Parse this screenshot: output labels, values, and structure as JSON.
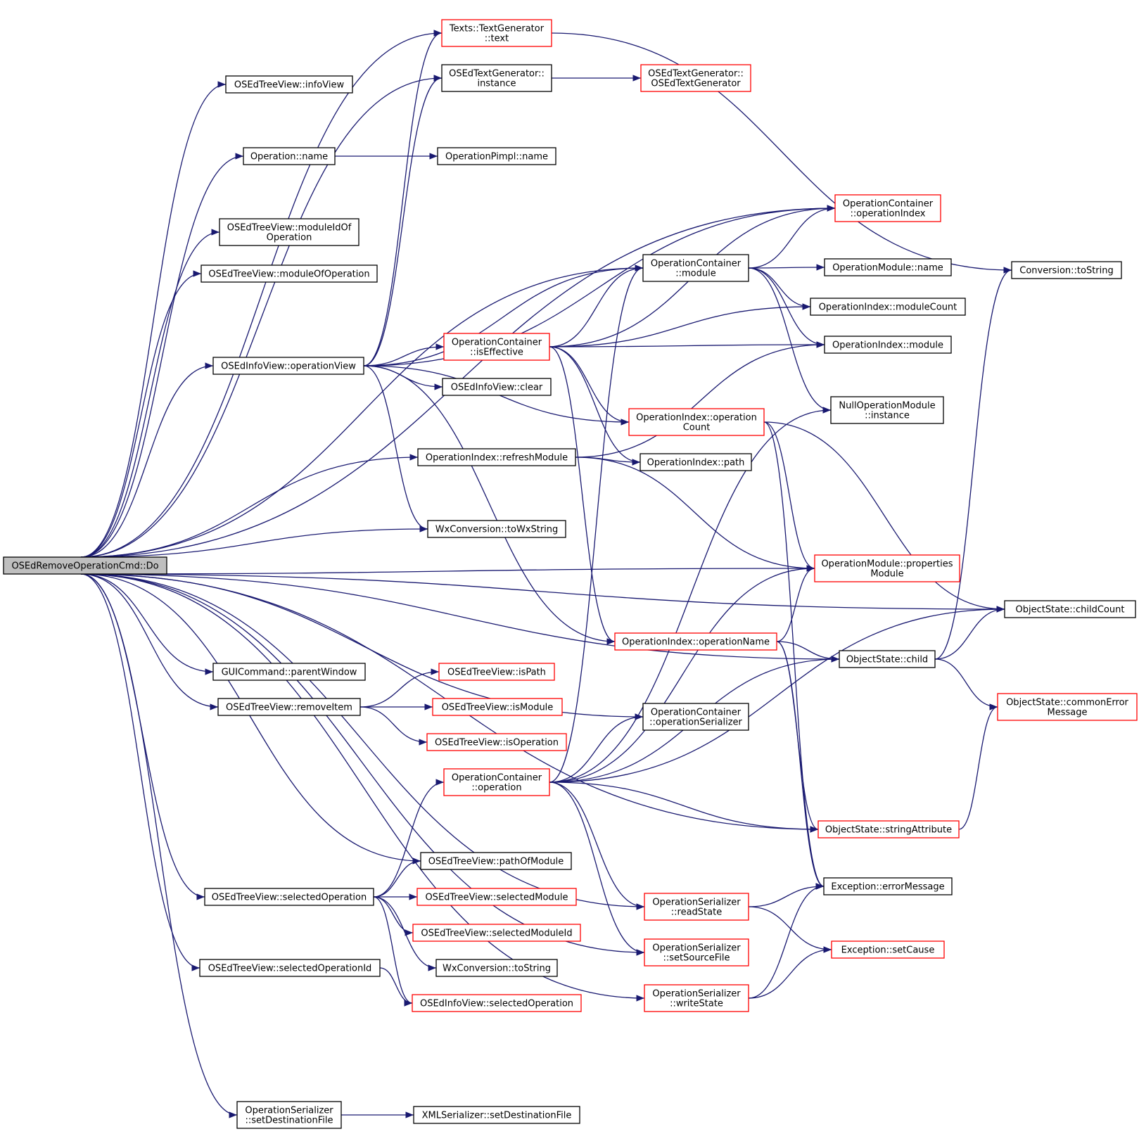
{
  "colors": {
    "edge": "#191970",
    "box_border_normal": "#000000",
    "box_border_external": "#ff0000",
    "root_fill": "#bfbfbf",
    "box_fill": "#ffffff"
  },
  "nodes": [
    {
      "id": "root",
      "lines": [
        "OSEdRemoveOperationCmd::Do"
      ],
      "style": "root"
    },
    {
      "id": "text",
      "lines": [
        "Texts::TextGenerator",
        "::text"
      ],
      "style": "red"
    },
    {
      "id": "tginst",
      "lines": [
        "OSEdTextGenerator::",
        "instance"
      ],
      "style": "black"
    },
    {
      "id": "tgctor",
      "lines": [
        "OSEdTextGenerator::",
        "OSEdTextGenerator"
      ],
      "style": "red"
    },
    {
      "id": "infoview",
      "lines": [
        "OSEdTreeView::infoView"
      ],
      "style": "black"
    },
    {
      "id": "opname",
      "lines": [
        "Operation::name"
      ],
      "style": "black"
    },
    {
      "id": "pimplname",
      "lines": [
        "OperationPimpl::name"
      ],
      "style": "black"
    },
    {
      "id": "moduleidof",
      "lines": [
        "OSEdTreeView::moduleIdOf",
        "Operation"
      ],
      "style": "black"
    },
    {
      "id": "moduleofop",
      "lines": [
        "OSEdTreeView::moduleOfOperation"
      ],
      "style": "black"
    },
    {
      "id": "opview",
      "lines": [
        "OSEdInfoView::operationView"
      ],
      "style": "black"
    },
    {
      "id": "refresh",
      "lines": [
        "OperationIndex::refreshModule"
      ],
      "style": "black"
    },
    {
      "id": "towx",
      "lines": [
        "WxConversion::toWxString"
      ],
      "style": "black"
    },
    {
      "id": "clear",
      "lines": [
        "OSEdInfoView::clear"
      ],
      "style": "black"
    },
    {
      "id": "iseffective",
      "lines": [
        "OperationContainer",
        "::isEffective"
      ],
      "style": "red"
    },
    {
      "id": "parentwin",
      "lines": [
        "GUICommand::parentWindow"
      ],
      "style": "black"
    },
    {
      "id": "removeitem",
      "lines": [
        "OSEdTreeView::removeItem"
      ],
      "style": "black"
    },
    {
      "id": "ispath",
      "lines": [
        "OSEdTreeView::isPath"
      ],
      "style": "red"
    },
    {
      "id": "ismodule",
      "lines": [
        "OSEdTreeView::isModule"
      ],
      "style": "red"
    },
    {
      "id": "isoperation",
      "lines": [
        "OSEdTreeView::isOperation"
      ],
      "style": "red"
    },
    {
      "id": "opcontop",
      "lines": [
        "OperationContainer",
        "::operation"
      ],
      "style": "red"
    },
    {
      "id": "pathofmodule",
      "lines": [
        "OSEdTreeView::pathOfModule"
      ],
      "style": "black"
    },
    {
      "id": "selop",
      "lines": [
        "OSEdTreeView::selectedOperation"
      ],
      "style": "black"
    },
    {
      "id": "selmodule",
      "lines": [
        "OSEdTreeView::selectedModule"
      ],
      "style": "red"
    },
    {
      "id": "selmoduleid",
      "lines": [
        "OSEdTreeView::selectedModuleId"
      ],
      "style": "red"
    },
    {
      "id": "wxtostring",
      "lines": [
        "WxConversion::toString"
      ],
      "style": "black"
    },
    {
      "id": "selopid",
      "lines": [
        "OSEdTreeView::selectedOperationId"
      ],
      "style": "black"
    },
    {
      "id": "infoselop",
      "lines": [
        "OSEdInfoView::selectedOperation"
      ],
      "style": "red"
    },
    {
      "id": "setdest",
      "lines": [
        "OperationSerializer",
        "::setDestinationFile"
      ],
      "style": "black"
    },
    {
      "id": "xmlsetdest",
      "lines": [
        "XMLSerializer::setDestinationFile"
      ],
      "style": "black"
    },
    {
      "id": "opcontmodule",
      "lines": [
        "OperationContainer",
        "::module"
      ],
      "style": "black"
    },
    {
      "id": "opindex",
      "lines": [
        "OperationContainer",
        "::operationIndex"
      ],
      "style": "red"
    },
    {
      "id": "opcount",
      "lines": [
        "OperationIndex::operation",
        "Count"
      ],
      "style": "red"
    },
    {
      "id": "oipath",
      "lines": [
        "OperationIndex::path"
      ],
      "style": "black"
    },
    {
      "id": "oiopname",
      "lines": [
        "OperationIndex::operationName"
      ],
      "style": "red"
    },
    {
      "id": "opserializer",
      "lines": [
        "OperationContainer",
        "::operationSerializer"
      ],
      "style": "black"
    },
    {
      "id": "readstate",
      "lines": [
        "OperationSerializer",
        "::readState"
      ],
      "style": "red"
    },
    {
      "id": "setsource",
      "lines": [
        "OperationSerializer",
        "::setSourceFile"
      ],
      "style": "red"
    },
    {
      "id": "writestate",
      "lines": [
        "OperationSerializer",
        "::writeState"
      ],
      "style": "red"
    },
    {
      "id": "omname",
      "lines": [
        "OperationModule::name"
      ],
      "style": "black"
    },
    {
      "id": "modcount",
      "lines": [
        "OperationIndex::moduleCount"
      ],
      "style": "black"
    },
    {
      "id": "oimodule",
      "lines": [
        "OperationIndex::module"
      ],
      "style": "black"
    },
    {
      "id": "nullinst",
      "lines": [
        "NullOperationModule",
        "::instance"
      ],
      "style": "black"
    },
    {
      "id": "propmodule",
      "lines": [
        "OperationModule::properties",
        "Module"
      ],
      "style": "red"
    },
    {
      "id": "oschild",
      "lines": [
        "ObjectState::child"
      ],
      "style": "black"
    },
    {
      "id": "strattr",
      "lines": [
        "ObjectState::stringAttribute"
      ],
      "style": "red"
    },
    {
      "id": "errmsg",
      "lines": [
        "Exception::errorMessage"
      ],
      "style": "black"
    },
    {
      "id": "setcause",
      "lines": [
        "Exception::setCause"
      ],
      "style": "red"
    },
    {
      "id": "tostring",
      "lines": [
        "Conversion::toString"
      ],
      "style": "black"
    },
    {
      "id": "childcount",
      "lines": [
        "ObjectState::childCount"
      ],
      "style": "black"
    },
    {
      "id": "commonerr",
      "lines": [
        "ObjectState::commonError",
        "Message"
      ],
      "style": "red"
    }
  ],
  "edges": [
    [
      "root",
      "text"
    ],
    [
      "root",
      "tginst"
    ],
    [
      "root",
      "infoview"
    ],
    [
      "root",
      "opname"
    ],
    [
      "root",
      "moduleidof"
    ],
    [
      "root",
      "moduleofop"
    ],
    [
      "root",
      "opview"
    ],
    [
      "root",
      "refresh"
    ],
    [
      "root",
      "towx"
    ],
    [
      "root",
      "opindex"
    ],
    [
      "root",
      "opcontmodule"
    ],
    [
      "root",
      "propmodule"
    ],
    [
      "root",
      "opserializer"
    ],
    [
      "root",
      "oschild"
    ],
    [
      "root",
      "childcount"
    ],
    [
      "root",
      "parentwin"
    ],
    [
      "root",
      "removeitem"
    ],
    [
      "root",
      "strattr"
    ],
    [
      "root",
      "pathofmodule"
    ],
    [
      "root",
      "selop"
    ],
    [
      "root",
      "selopid"
    ],
    [
      "root",
      "readstate"
    ],
    [
      "root",
      "setsource"
    ],
    [
      "root",
      "setdest"
    ],
    [
      "root",
      "writestate"
    ],
    [
      "tginst",
      "tgctor"
    ],
    [
      "opname",
      "pimplname"
    ],
    [
      "text",
      "tostring"
    ],
    [
      "opview",
      "text"
    ],
    [
      "opview",
      "tginst"
    ],
    [
      "opview",
      "opindex"
    ],
    [
      "opview",
      "opcontmodule"
    ],
    [
      "opview",
      "iseffective"
    ],
    [
      "opview",
      "clear"
    ],
    [
      "opview",
      "opcount"
    ],
    [
      "opview",
      "towx"
    ],
    [
      "opview",
      "oiopname"
    ],
    [
      "iseffective",
      "opcontmodule"
    ],
    [
      "iseffective",
      "opindex"
    ],
    [
      "iseffective",
      "modcount"
    ],
    [
      "iseffective",
      "oimodule"
    ],
    [
      "iseffective",
      "opcount"
    ],
    [
      "iseffective",
      "oipath"
    ],
    [
      "iseffective",
      "oiopname"
    ],
    [
      "opcontmodule",
      "opindex"
    ],
    [
      "opcontmodule",
      "omname"
    ],
    [
      "opcontmodule",
      "modcount"
    ],
    [
      "opcontmodule",
      "oimodule"
    ],
    [
      "opcontmodule",
      "nullinst"
    ],
    [
      "refresh",
      "oimodule"
    ],
    [
      "refresh",
      "oipath"
    ],
    [
      "refresh",
      "propmodule"
    ],
    [
      "opcount",
      "propmodule"
    ],
    [
      "opcount",
      "errmsg"
    ],
    [
      "opcount",
      "childcount"
    ],
    [
      "oiopname",
      "propmodule"
    ],
    [
      "oiopname",
      "oschild"
    ],
    [
      "oiopname",
      "strattr"
    ],
    [
      "oiopname",
      "errmsg"
    ],
    [
      "removeitem",
      "ispath"
    ],
    [
      "removeitem",
      "ismodule"
    ],
    [
      "removeitem",
      "isoperation"
    ],
    [
      "opcontop",
      "opcontmodule"
    ],
    [
      "opcontop",
      "nullinst"
    ],
    [
      "opcontop",
      "propmodule"
    ],
    [
      "opcontop",
      "opserializer"
    ],
    [
      "opcontop",
      "oschild"
    ],
    [
      "opcontop",
      "childcount"
    ],
    [
      "opcontop",
      "strattr"
    ],
    [
      "opcontop",
      "readstate"
    ],
    [
      "opcontop",
      "setsource"
    ],
    [
      "selop",
      "opcontop"
    ],
    [
      "selop",
      "pathofmodule"
    ],
    [
      "selop",
      "selmodule"
    ],
    [
      "selop",
      "selmoduleid"
    ],
    [
      "selop",
      "wxtostring"
    ],
    [
      "selop",
      "infoselop"
    ],
    [
      "selopid",
      "infoselop"
    ],
    [
      "setdest",
      "xmlsetdest"
    ],
    [
      "oschild",
      "tostring"
    ],
    [
      "oschild",
      "childcount"
    ],
    [
      "oschild",
      "commonerr"
    ],
    [
      "strattr",
      "commonerr"
    ],
    [
      "readstate",
      "errmsg"
    ],
    [
      "readstate",
      "setcause"
    ],
    [
      "writestate",
      "errmsg"
    ],
    [
      "writestate",
      "setcause"
    ]
  ]
}
